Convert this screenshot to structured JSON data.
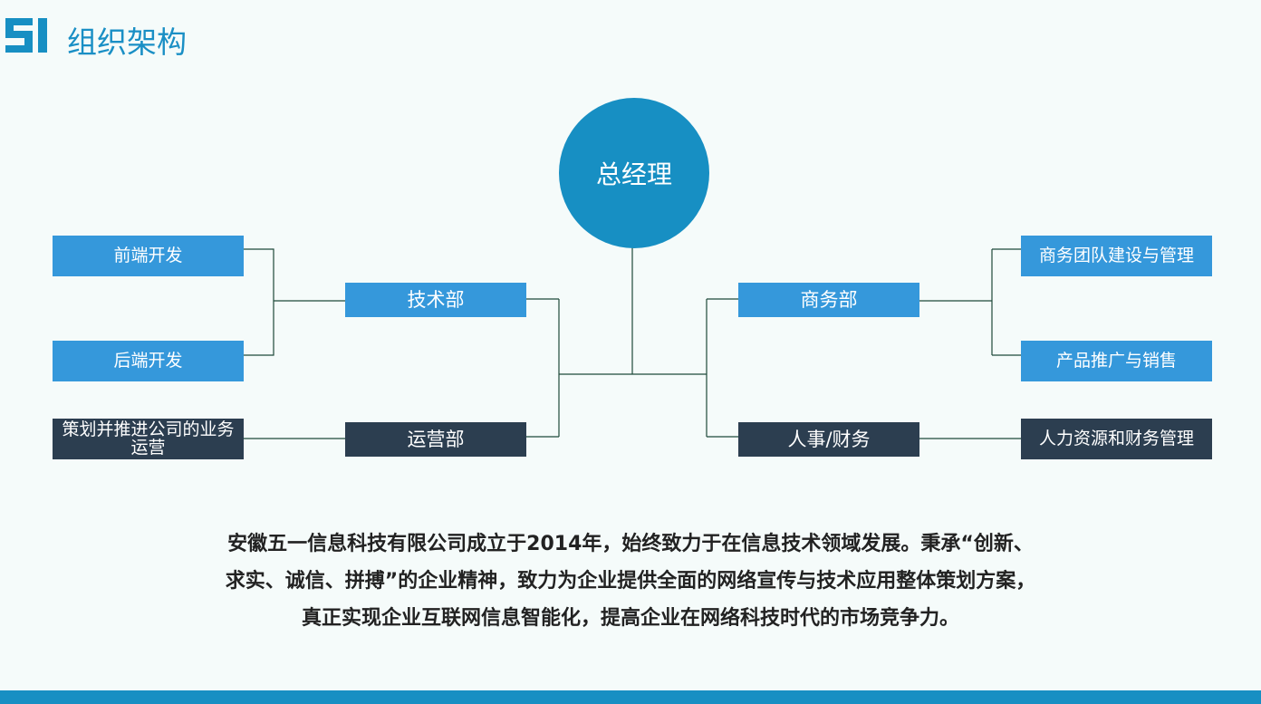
{
  "header": {
    "logo_text": "5I",
    "title": "组织架构"
  },
  "colors": {
    "accent": "#178fc3",
    "box_blue": "#3598db",
    "box_dark": "#2c3e50"
  },
  "org": {
    "root": "总经理",
    "tech": "技术部",
    "frontend": "前端开发",
    "backend": "后端开发",
    "ops": "运营部",
    "ops_task": "策划并推进公司的业务运营",
    "biz": "商务部",
    "biz_team": "商务团队建设与管理",
    "biz_sales": "产品推广与销售",
    "hr": "人事/财务",
    "hr_task": "人力资源和财务管理"
  },
  "description": [
    "安徽五一信息科技有限公司成立于2014年，始终致力于在信息技术领域发展。秉承“创新、",
    "求实、诚信、拼搏”的企业精神，致力为企业提供全面的网络宣传与技术应用整体策划方案，",
    "真正实现企业互联网信息智能化，提高企业在网络科技时代的市场竞争力。"
  ]
}
